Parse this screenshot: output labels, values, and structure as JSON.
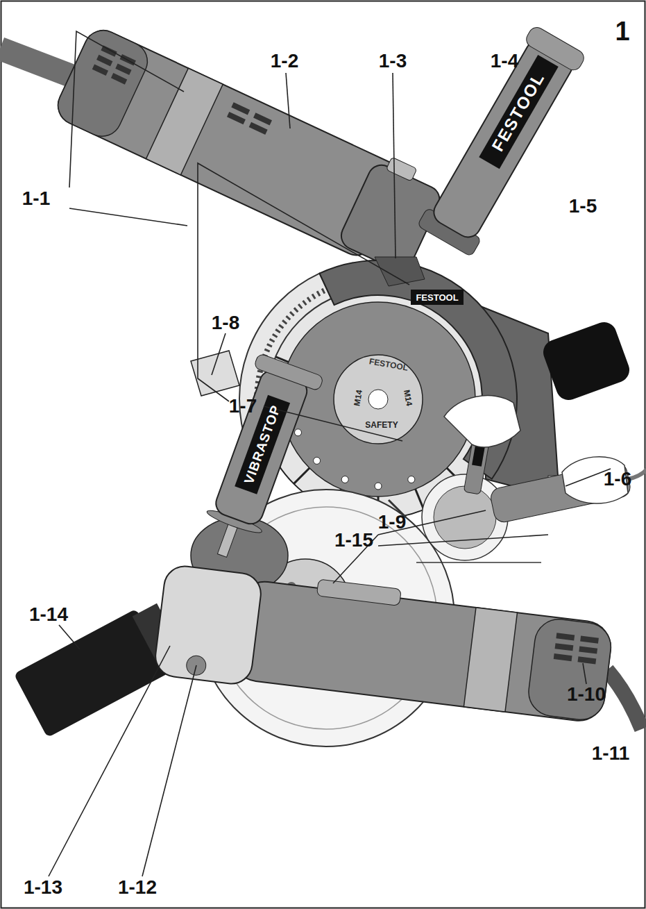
{
  "diagram": {
    "labels": [
      "1",
      "1-2",
      "1-3",
      "1-4",
      "FESTOOL",
      "1-1",
      "1-5",
      "FESTOOL",
      "FESTOOL",
      "M14",
      "M14",
      "SAFETY",
      "1-8",
      "1-7",
      "1-6",
      "VIBRASTOP",
      "1-15",
      "1-9",
      "1-14",
      "1-10",
      "1-11",
      "1-13",
      "1-12"
    ]
  }
}
